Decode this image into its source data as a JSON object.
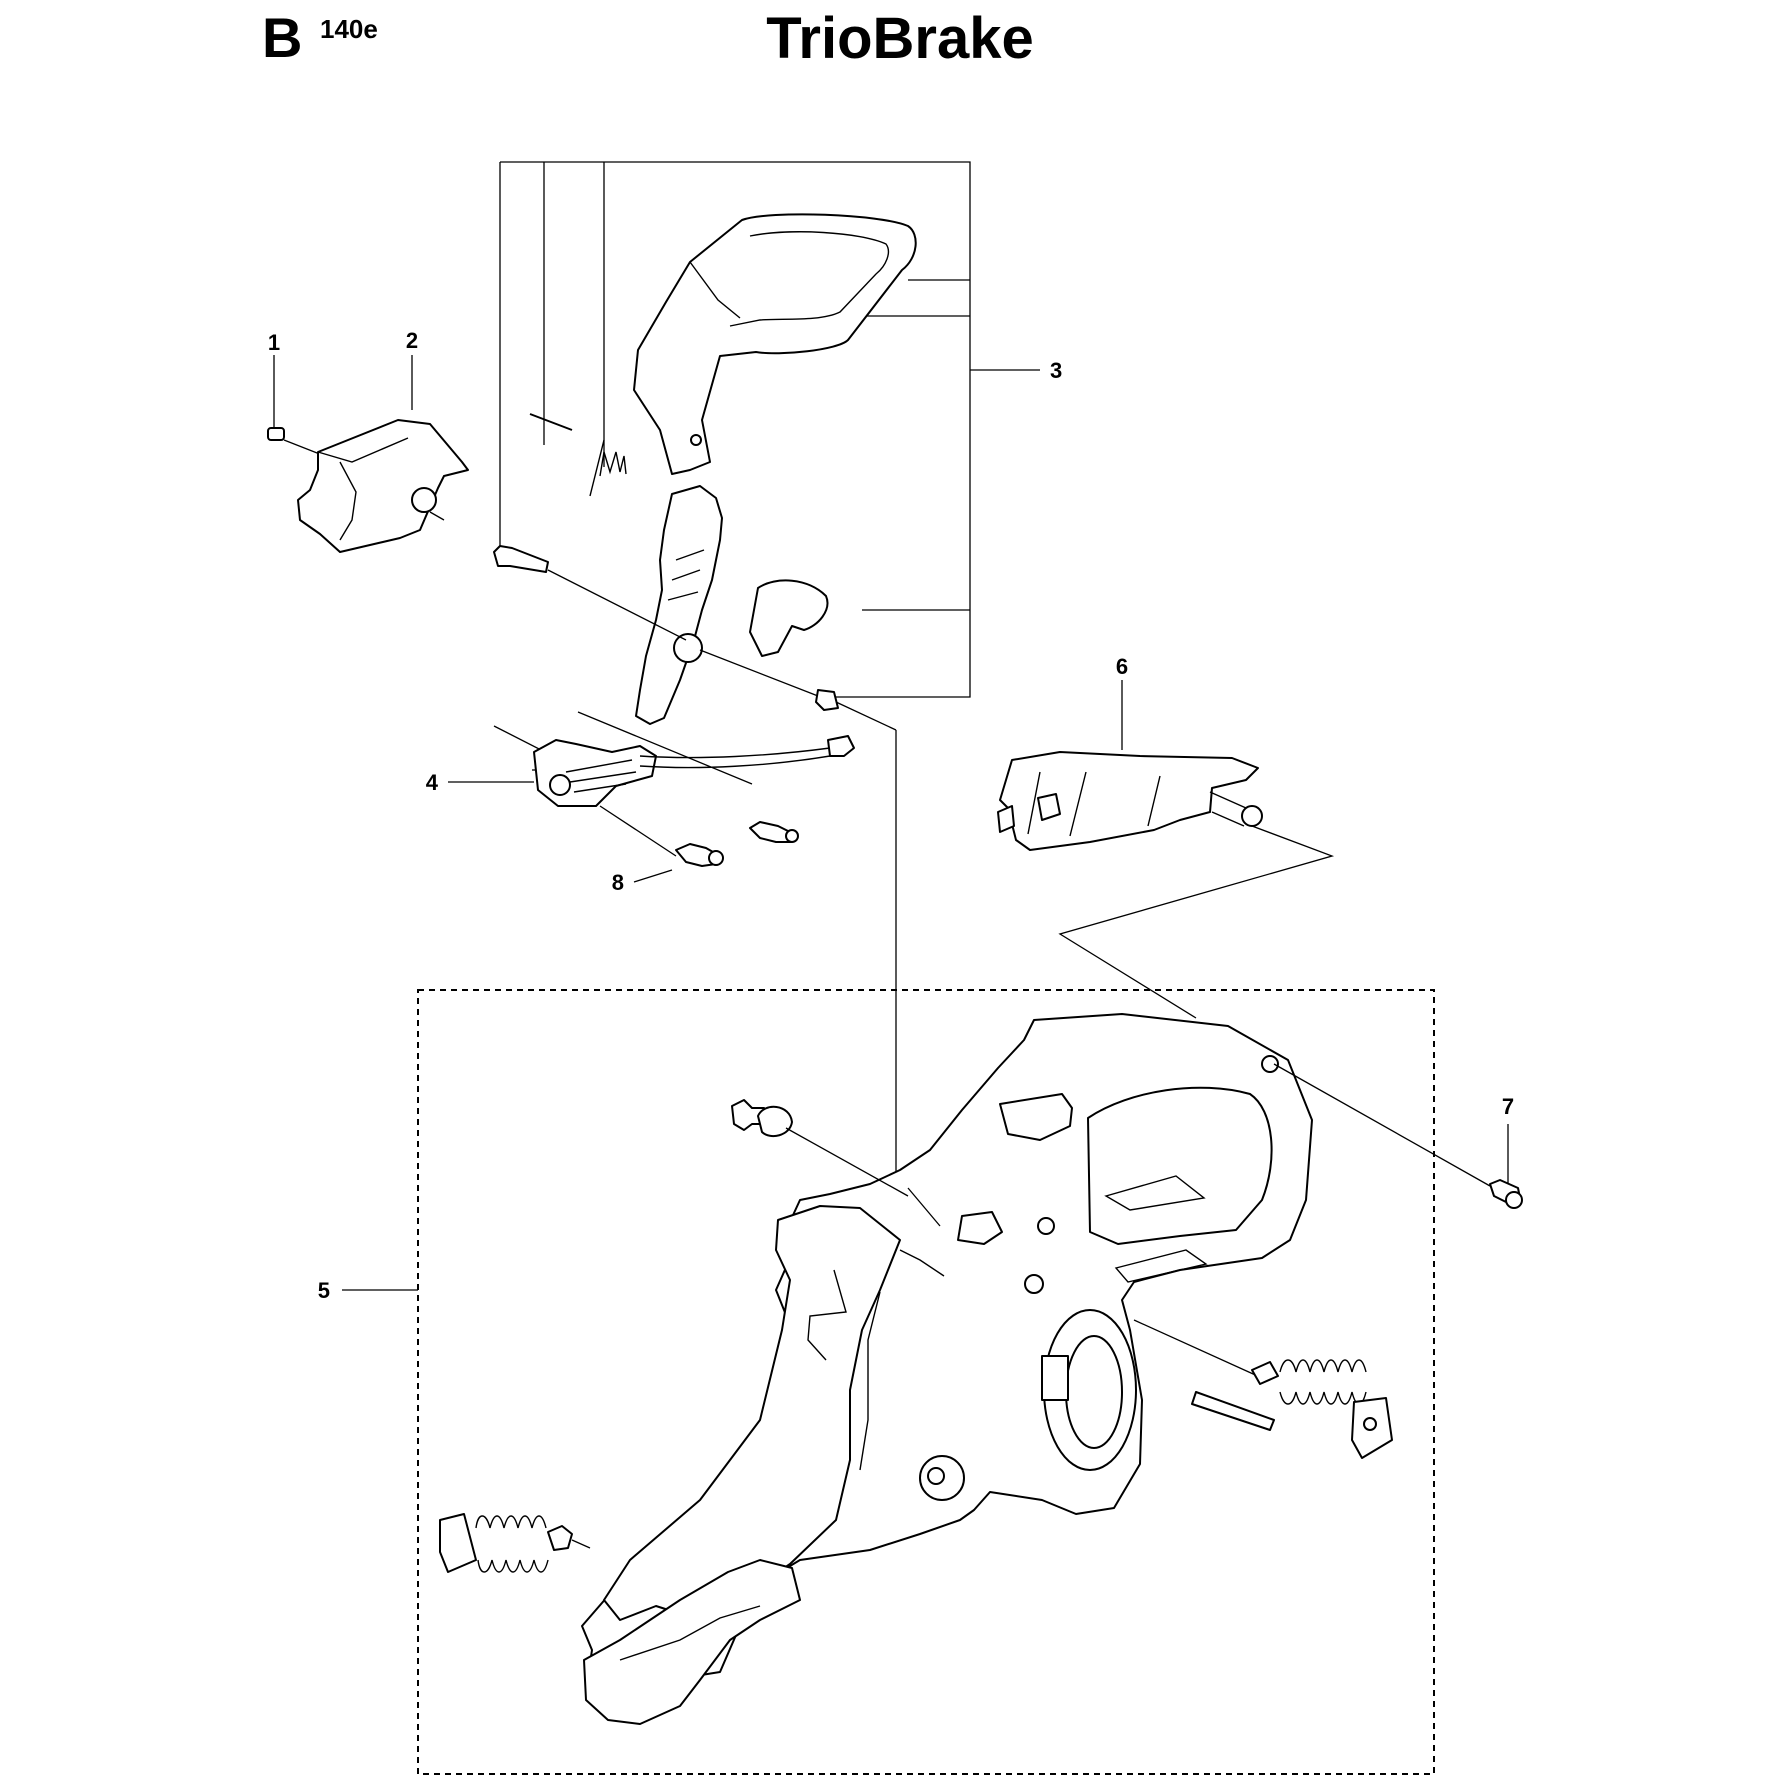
{
  "header": {
    "section_letter": "B",
    "model_code": "140e",
    "title": "TrioBrake"
  },
  "callouts": [
    "1",
    "2",
    "3",
    "4",
    "5",
    "6",
    "7",
    "8"
  ]
}
